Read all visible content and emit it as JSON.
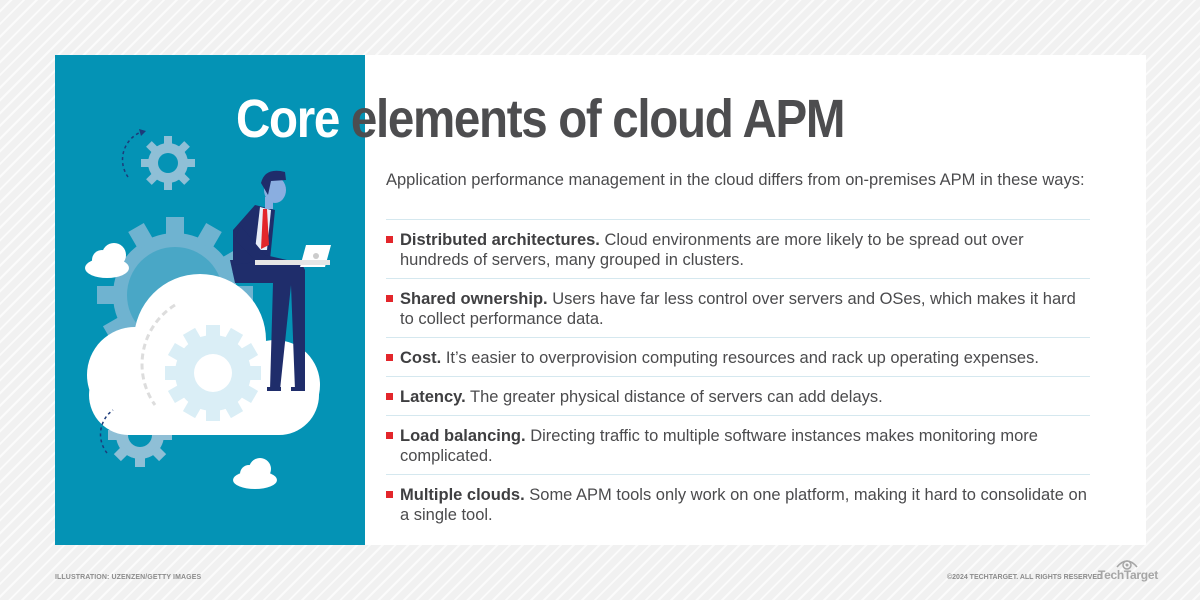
{
  "title": {
    "highlight": "Core",
    "rest": " elements of cloud APM"
  },
  "intro": "Application performance management in the cloud differs from on-premises APM in these ways:",
  "items": [
    {
      "term": "Distributed architectures.",
      "text": " Cloud environments are more likely to be spread out over hundreds of servers, many grouped in clusters."
    },
    {
      "term": "Shared ownership.",
      "text": " Users have far less control over servers and OSes, which makes it hard to collect performance data."
    },
    {
      "term": "Cost.",
      "text": " It’s easier to overprovision computing resources and rack up operating expenses."
    },
    {
      "term": "Latency.",
      "text": " The greater physical distance of servers can add delays."
    },
    {
      "term": "Load balancing.",
      "text": " Directing traffic to multiple software instances makes monitoring more complicated."
    },
    {
      "term": "Multiple clouds.",
      "text": " Some APM tools only work on one platform, making it hard to consolidate on a single tool."
    }
  ],
  "footer": {
    "credit": "ILLUSTRATION: UZENZEN/GETTY IMAGES",
    "copyright": "©2024 TECHTARGET. ALL RIGHTS RESERVED",
    "brand": "TechTarget"
  },
  "colors": {
    "panel_blue": "#0493b5",
    "bullet_red": "#e3262b",
    "title_gray": "#4d4d4f",
    "divider": "#d5e8ef"
  },
  "illustration": {
    "description": "businessman-with-laptop-sitting-on-cloud",
    "icons": [
      "gear-icon",
      "cloud-icon",
      "laptop-icon",
      "person-icon"
    ]
  }
}
